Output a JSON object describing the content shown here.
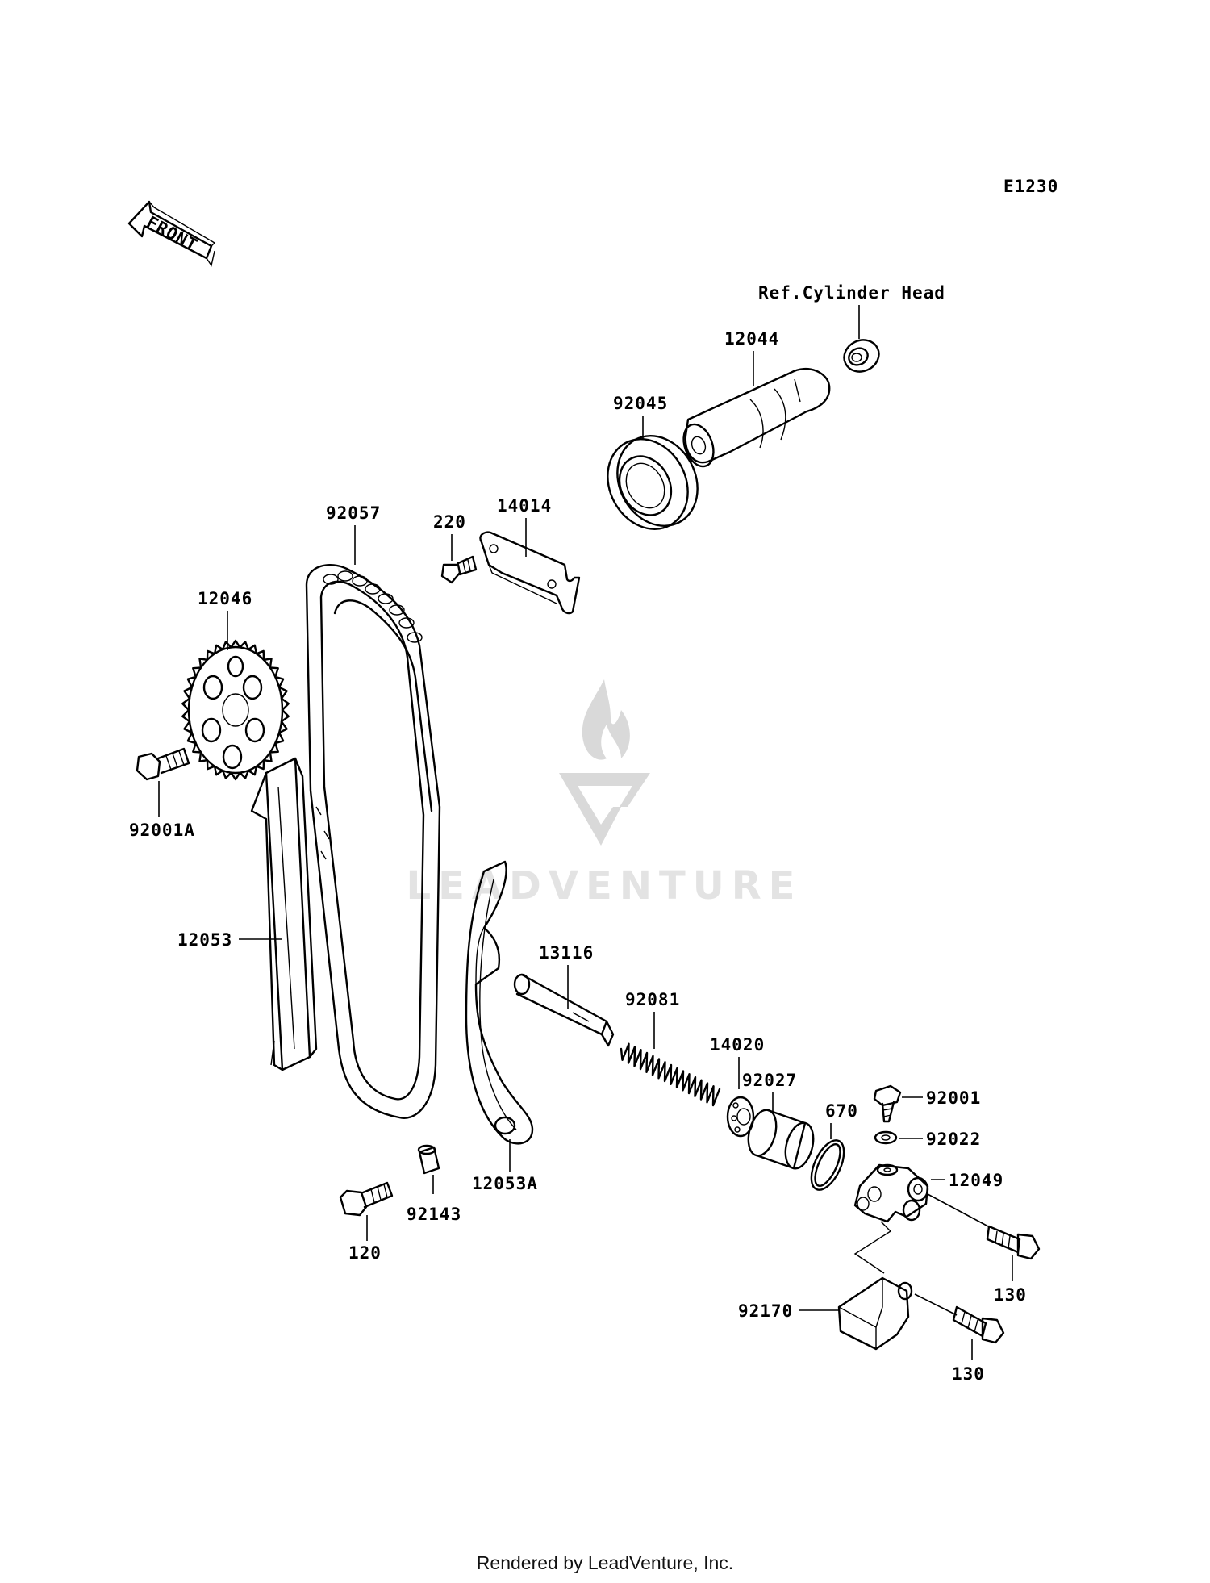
{
  "diagram_code": "E1230",
  "front_marker": "FRONT",
  "reference_note": "Ref.Cylinder Head",
  "watermark": "LEADVENTURE",
  "parts": {
    "camshaft": "12044",
    "cam_bearing": "92045",
    "chain_guide_plate": "14014",
    "guide_bolt": "220",
    "cam_chain": "92057",
    "cam_sprocket": "12046",
    "sprocket_bolt": "92001A",
    "chain_guide_rear": "12053",
    "tensioner_guide": "12053A",
    "tensioner_shaft": "13116",
    "tensioner_spring": "92081",
    "tensioner_cap": "14020",
    "tensioner_collar": "92027",
    "o_ring": "670",
    "tensioner_bolt": "92001",
    "tensioner_washer": "92022",
    "tensioner_body": "12049",
    "mount_bolt_a": "130",
    "mount_bolt_b": "130",
    "tensioner_bracket": "92170",
    "guide_pivot_bolt": "120",
    "guide_collar": "92143"
  },
  "footer_text": "Rendered by LeadVenture, Inc."
}
